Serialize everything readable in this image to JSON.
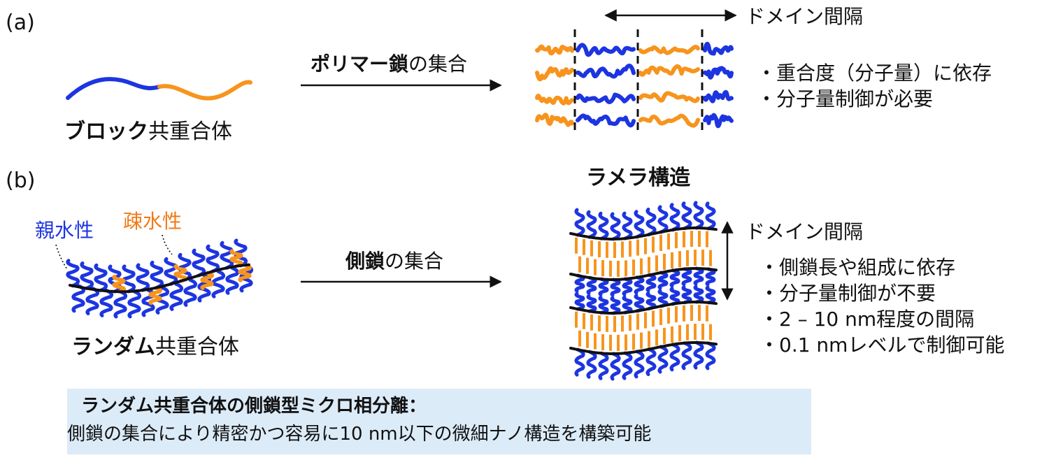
{
  "colors": {
    "hydrophilic": "#1d35e0",
    "hydrophobic": "#f7941d",
    "backbone": "#111111",
    "summary_bg": "#dcebf8"
  },
  "panel_a": {
    "label": "(a)",
    "polymer_bold": "ブロック",
    "polymer_rest": "共重合体",
    "arrow_bold": "ポリマー鎖",
    "arrow_rest": "の集合",
    "spacing_label": "ドメイン間隔",
    "bullets": [
      "・重合度（分子量）に依存",
      "・分子量制御が必要"
    ]
  },
  "panel_b": {
    "label": "(b)",
    "structure_title": "ラメラ構造",
    "hydrophilic_label": "親水性",
    "hydrophobic_label": "疎水性",
    "polymer_bold": "ランダム",
    "polymer_rest": "共重合体",
    "arrow_bold": "側鎖",
    "arrow_rest": "の集合",
    "spacing_label": "ドメイン間隔",
    "bullets": [
      "・側鎖長や組成に依存",
      "・分子量制御が不要",
      "・2 – 10 nm程度の間隔",
      "・0.1 nmレベルで制御可能"
    ]
  },
  "summary": {
    "title": "ランダム共重合体の側鎖型ミクロ相分離：",
    "body": "側鎖の集合により精密かつ容易に10 nm以下の微細ナノ構造を構築可能"
  }
}
